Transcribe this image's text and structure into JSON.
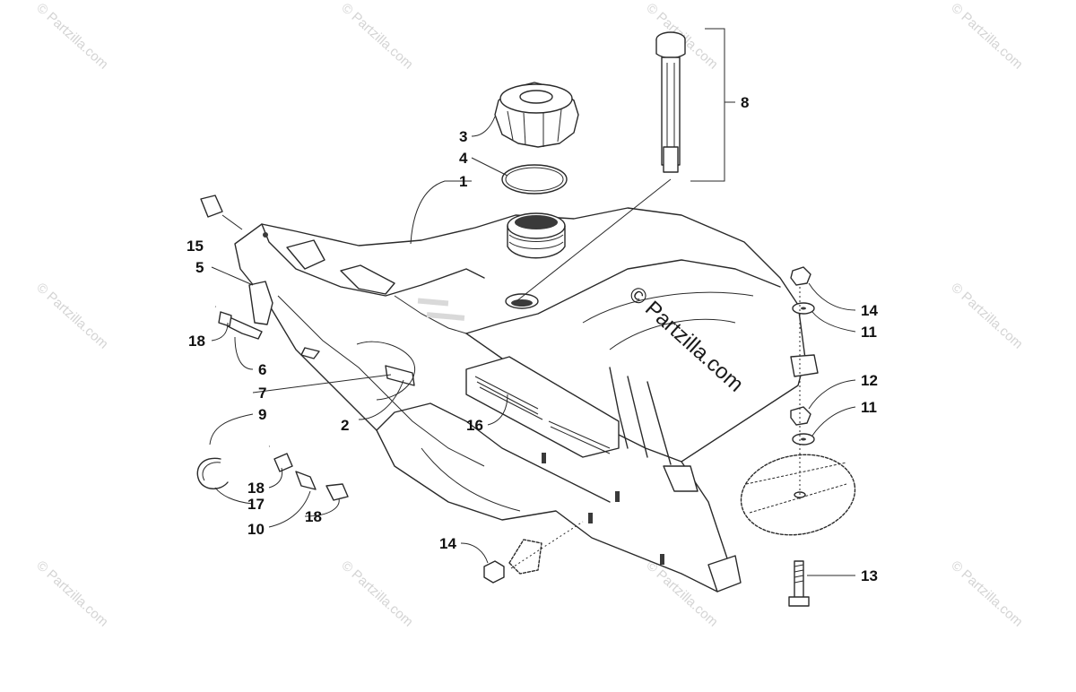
{
  "watermark": {
    "text": "© Partzilla.com",
    "center_text": "© Partzilla.com"
  },
  "callouts": {
    "c1": "1",
    "c2": "2",
    "c3": "3",
    "c4": "4",
    "c5": "5",
    "c6": "6",
    "c7": "7",
    "c8": "8",
    "c9": "9",
    "c10": "10",
    "c11a": "11",
    "c11b": "11",
    "c12": "12",
    "c13": "13",
    "c14a": "14",
    "c14b": "14",
    "c15": "15",
    "c16": "16",
    "c17": "17",
    "c18a": "18",
    "c18b": "18",
    "c18c": "18"
  }
}
